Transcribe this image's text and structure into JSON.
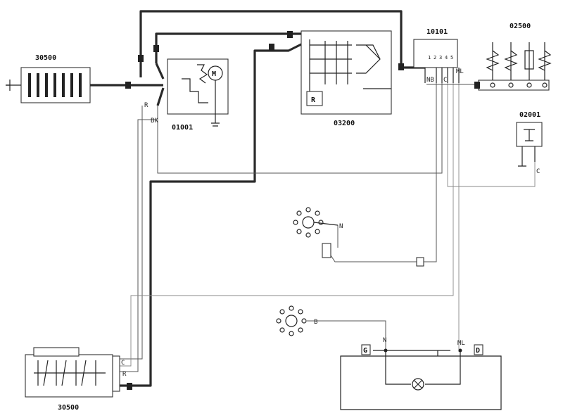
{
  "components": {
    "battery": {
      "code": "30500"
    },
    "starter": {
      "code": "01001",
      "motor_symbol": "M"
    },
    "alternator": {
      "code": "03200",
      "regulator_symbol": "R"
    },
    "fuse_box_top": {
      "code": "10101",
      "terminals": [
        "1",
        "2",
        "3",
        "4",
        "5"
      ]
    },
    "fuse_panel": {
      "code": "02500"
    },
    "switch_right": {
      "code": "02001"
    },
    "junction_box": {
      "code": "30500"
    },
    "dashboard_cluster": {
      "terminal_left": "G",
      "terminal_right": "D"
    }
  },
  "wire_labels": {
    "w_main": "N",
    "w_red": "R",
    "w_gray": "BK",
    "w_c": "C",
    "w_ml": "ML",
    "w_bianco": "B",
    "w_nero": "N",
    "w_nb": "NB"
  }
}
